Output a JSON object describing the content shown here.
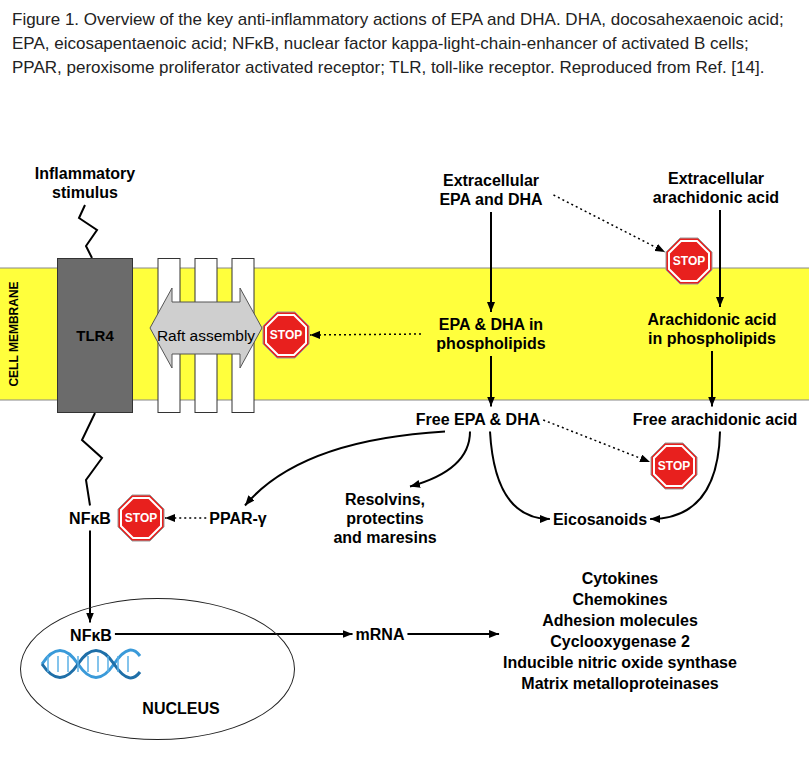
{
  "diagram": {
    "caption": "Figure 1. Overview of the key anti-inflammatory actions of EPA and DHA. DHA, docosahexaenoic acid; EPA, eicosapentaenoic acid; NFκB, nuclear factor kappa-light-chain-enhancer of activated B cells; PPAR, peroxisome proliferator activated receptor; TLR, toll-like receptor. Reproduced from Ref. [14].",
    "nodes": [
      {
        "text": [
          "Inflammatory stimulus"
        ]
      },
      {
        "text": [
          "Extracellular EPA and DHA"
        ]
      },
      {
        "text": [
          "Extracellular arachidonic acid"
        ]
      },
      {
        "text": [
          "CELL MEMBRANE"
        ]
      },
      {
        "text": [
          "TLR4"
        ]
      },
      {
        "text": [
          "Raft assembly"
        ],
        "in": 3
      },
      {
        "text": [
          "STOP"
        ],
        "in": 3
      },
      {
        "text": [
          "EPA & DHA in phospholipids"
        ],
        "in": 3
      },
      {
        "text": [
          "STOP"
        ]
      },
      {
        "text": [
          "Arachidonic acid in phospholipids"
        ],
        "in": 3
      },
      {
        "text": [
          "Free EPA & DHA"
        ]
      },
      {
        "text": [
          "STOP"
        ]
      },
      {
        "text": [
          "Free arachidonic acid"
        ]
      },
      {
        "text": [
          "NFκB"
        ]
      },
      {
        "text": [
          "STOP"
        ]
      },
      {
        "text": [
          "PPAR-γ"
        ]
      },
      {
        "text": [
          "Resolvins, protectins and maresins"
        ]
      },
      {
        "text": [
          "Eicosanoids"
        ]
      },
      {
        "text": [
          "NUCLEUS"
        ]
      },
      {
        "text": [
          "NFκB"
        ],
        "in": 18
      },
      {
        "text": [
          "mRNA"
        ]
      },
      {
        "text": [
          "Cytokines",
          "Chemokines",
          "Adhesion molecules",
          "Cyclooxygenase 2",
          "Inducible nitric oxide synthase",
          "Matrix metalloproteinases"
        ]
      }
    ],
    "edges": [
      {
        "from": 0,
        "to": 4,
        "arrow": "none"
      },
      {
        "from": 4,
        "to": 13,
        "arrow": "none"
      },
      {
        "from": 13,
        "to": 19,
        "arrow": "to"
      },
      {
        "from": 1,
        "to": 7,
        "arrow": "to"
      },
      {
        "from": 1,
        "to": 8,
        "arrow": "to"
      },
      {
        "from": 2,
        "to": 9,
        "arrow": "to"
      },
      {
        "from": 7,
        "to": 10,
        "arrow": "to"
      },
      {
        "from": 7,
        "to": 6,
        "arrow": "to"
      },
      {
        "from": 9,
        "to": 12,
        "arrow": "to"
      },
      {
        "from": 10,
        "to": 11,
        "arrow": "to"
      },
      {
        "from": 10,
        "to": 15,
        "arrow": "to"
      },
      {
        "from": 10,
        "to": 16,
        "arrow": "to"
      },
      {
        "from": 10,
        "to": 17,
        "arrow": "to"
      },
      {
        "from": 12,
        "to": 17,
        "arrow": "to"
      },
      {
        "from": 15,
        "to": 14,
        "arrow": "to"
      },
      {
        "from": 19,
        "to": 20,
        "arrow": "to"
      },
      {
        "from": 20,
        "to": 21,
        "arrow": "to"
      }
    ]
  }
}
